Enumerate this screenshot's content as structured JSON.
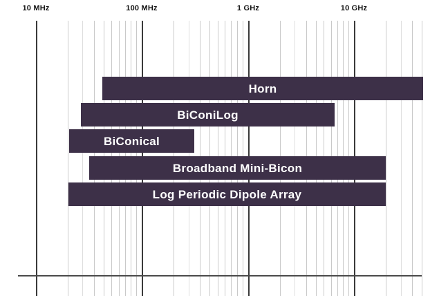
{
  "chart_data": {
    "type": "bar",
    "orientation": "horizontal",
    "title": "",
    "xlabel": "",
    "ylabel": "",
    "xscale": "log",
    "xunit": "Hz",
    "xlim": [
      7000000,
      30000000000
    ],
    "grid": true,
    "legend": null,
    "axis_ticks": [
      {
        "label": "10 MHz",
        "value": 10000000,
        "x": 52
      },
      {
        "label": "100 MHz",
        "value": 100000000,
        "x": 205
      },
      {
        "label": "1 GHz",
        "value": 1000000000,
        "x": 359
      },
      {
        "label": "10 GHz",
        "value": 10000000000,
        "x": 512
      }
    ],
    "minor_gridlines": [
      98,
      119,
      136,
      150,
      161,
      172,
      181,
      189,
      197,
      251,
      273,
      289,
      303,
      315,
      325,
      334,
      343,
      351,
      405,
      426,
      443,
      457,
      468,
      479,
      488,
      496,
      504,
      558,
      580,
      596,
      610
    ],
    "categories": [
      "Horn",
      "BiConiLog",
      "BiConical",
      "Broadband Mini-Bicon",
      "Log Periodic Dipole Array"
    ],
    "bars": [
      {
        "label": "Horn",
        "x_start": 148,
        "x_end": 612,
        "f_start": 93000000.0,
        "f_end": 21000000000.0
      },
      {
        "label": "BiConiLog",
        "x_start": 117,
        "x_end": 484,
        "f_start": 45000000.0,
        "f_end": 3200000000.0
      },
      {
        "label": "BiConical",
        "x_start": 100,
        "x_end": 281,
        "f_start": 30000000.0,
        "f_end": 200000000.0
      },
      {
        "label": "Broadband Mini-Bicon",
        "x_start": 129,
        "x_end": 558,
        "f_start": 59000000.0,
        "f_end": 10000000000.0
      },
      {
        "label": "Log Periodic Dipole Array",
        "x_start": 99,
        "x_end": 558,
        "f_start": 29000000.0,
        "f_end": 10000000000.0
      }
    ]
  },
  "style": {
    "bar_color": "#3d3048",
    "bar_text_color": "#ffffff",
    "gridline_color": "#c9c9c9",
    "major_gridline_color": "#3a3a3a",
    "background": "#ffffff",
    "tick_text_color": "#111111"
  }
}
